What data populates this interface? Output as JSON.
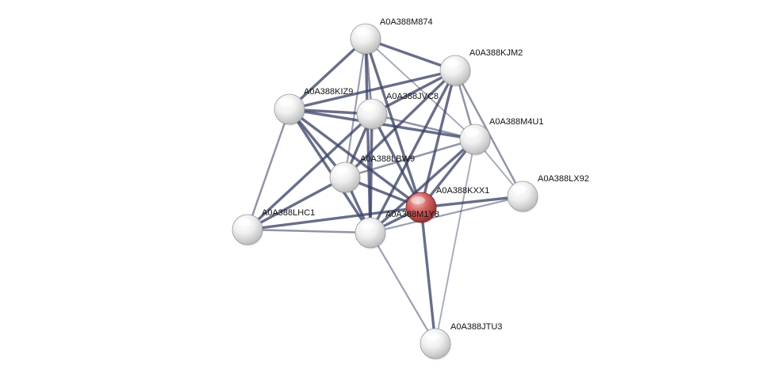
{
  "colors": {
    "background": "#ffffff",
    "edge": "#3b4266",
    "node_fill": "#e6e6e6",
    "node_highlight": "#c94848",
    "label": "#111111"
  },
  "network": {
    "query_node": "A0A388KXX1",
    "nodes": [
      {
        "id": "A0A388M874",
        "label": "A0A388M874"
      },
      {
        "id": "A0A388KJM2",
        "label": "A0A388KJM2"
      },
      {
        "id": "A0A388KIZ9",
        "label": "A0A388KIZ9"
      },
      {
        "id": "A0A388JVC8",
        "label": "A0A388JVC8"
      },
      {
        "id": "A0A388M4U1",
        "label": "A0A388M4U1"
      },
      {
        "id": "A0A388LBW9",
        "label": "A0A388LBW9"
      },
      {
        "id": "A0A388KXX1",
        "label": "A0A388KXX1"
      },
      {
        "id": "A0A388LX92",
        "label": "A0A388LX92"
      },
      {
        "id": "A0A388LHC1",
        "label": "A0A388LHC1"
      },
      {
        "id": "A0A388M1Y8",
        "label": "A0A388M1Y8"
      },
      {
        "id": "A0A388JTU3",
        "label": "A0A388JTU3"
      }
    ],
    "edges": [
      {
        "source": "A0A388M874",
        "target": "A0A388KJM2",
        "weight": 0.8
      },
      {
        "source": "A0A388M874",
        "target": "A0A388KIZ9",
        "weight": 0.8
      },
      {
        "source": "A0A388M874",
        "target": "A0A388JVC8",
        "weight": 0.55
      },
      {
        "source": "A0A388M874",
        "target": "A0A388LBW9",
        "weight": 0.4
      },
      {
        "source": "A0A388M874",
        "target": "A0A388KXX1",
        "weight": 0.8
      },
      {
        "source": "A0A388M874",
        "target": "A0A388M1Y8",
        "weight": 0.8
      },
      {
        "source": "A0A388M874",
        "target": "A0A388M4U1",
        "weight": 0.3
      },
      {
        "source": "A0A388KJM2",
        "target": "A0A388KIZ9",
        "weight": 0.8
      },
      {
        "source": "A0A388KJM2",
        "target": "A0A388JVC8",
        "weight": 0.8
      },
      {
        "source": "A0A388KJM2",
        "target": "A0A388M4U1",
        "weight": 0.5
      },
      {
        "source": "A0A388KJM2",
        "target": "A0A388LBW9",
        "weight": 0.8
      },
      {
        "source": "A0A388KJM2",
        "target": "A0A388KXX1",
        "weight": 0.8
      },
      {
        "source": "A0A388KJM2",
        "target": "A0A388M1Y8",
        "weight": 0.8
      },
      {
        "source": "A0A388KJM2",
        "target": "A0A388LX92",
        "weight": 0.5
      },
      {
        "source": "A0A388KIZ9",
        "target": "A0A388JVC8",
        "weight": 0.8
      },
      {
        "source": "A0A388KIZ9",
        "target": "A0A388M4U1",
        "weight": 0.8
      },
      {
        "source": "A0A388KIZ9",
        "target": "A0A388LBW9",
        "weight": 0.8
      },
      {
        "source": "A0A388KIZ9",
        "target": "A0A388KXX1",
        "weight": 0.8
      },
      {
        "source": "A0A388KIZ9",
        "target": "A0A388M1Y8",
        "weight": 0.8
      },
      {
        "source": "A0A388KIZ9",
        "target": "A0A388LHC1",
        "weight": 0.5
      },
      {
        "source": "A0A388JVC8",
        "target": "A0A388M4U1",
        "weight": 0.5
      },
      {
        "source": "A0A388JVC8",
        "target": "A0A388LBW9",
        "weight": 0.8
      },
      {
        "source": "A0A388JVC8",
        "target": "A0A388KXX1",
        "weight": 0.8
      },
      {
        "source": "A0A388JVC8",
        "target": "A0A388M1Y8",
        "weight": 0.8
      },
      {
        "source": "A0A388JVC8",
        "target": "A0A388LHC1",
        "weight": 0.8
      },
      {
        "source": "A0A388M4U1",
        "target": "A0A388LBW9",
        "weight": 0.5
      },
      {
        "source": "A0A388M4U1",
        "target": "A0A388KXX1",
        "weight": 0.8
      },
      {
        "source": "A0A388M4U1",
        "target": "A0A388M1Y8",
        "weight": 0.8
      },
      {
        "source": "A0A388M4U1",
        "target": "A0A388LX92",
        "weight": 0.3
      },
      {
        "source": "A0A388M4U1",
        "target": "A0A388JTU3",
        "weight": 0.3
      },
      {
        "source": "A0A388LBW9",
        "target": "A0A388KXX1",
        "weight": 0.8
      },
      {
        "source": "A0A388LBW9",
        "target": "A0A388M1Y8",
        "weight": 0.8
      },
      {
        "source": "A0A388LBW9",
        "target": "A0A388LHC1",
        "weight": 0.8
      },
      {
        "source": "A0A388KXX1",
        "target": "A0A388M1Y8",
        "weight": 0.8
      },
      {
        "source": "A0A388KXX1",
        "target": "A0A388LX92",
        "weight": 0.8
      },
      {
        "source": "A0A388KXX1",
        "target": "A0A388LHC1",
        "weight": 0.8
      },
      {
        "source": "A0A388KXX1",
        "target": "A0A388JTU3",
        "weight": 0.8
      },
      {
        "source": "A0A388M1Y8",
        "target": "A0A388LX92",
        "weight": 0.4
      },
      {
        "source": "A0A388M1Y8",
        "target": "A0A388LHC1",
        "weight": 0.5
      },
      {
        "source": "A0A388M1Y8",
        "target": "A0A388JTU3",
        "weight": 0.4
      }
    ]
  }
}
